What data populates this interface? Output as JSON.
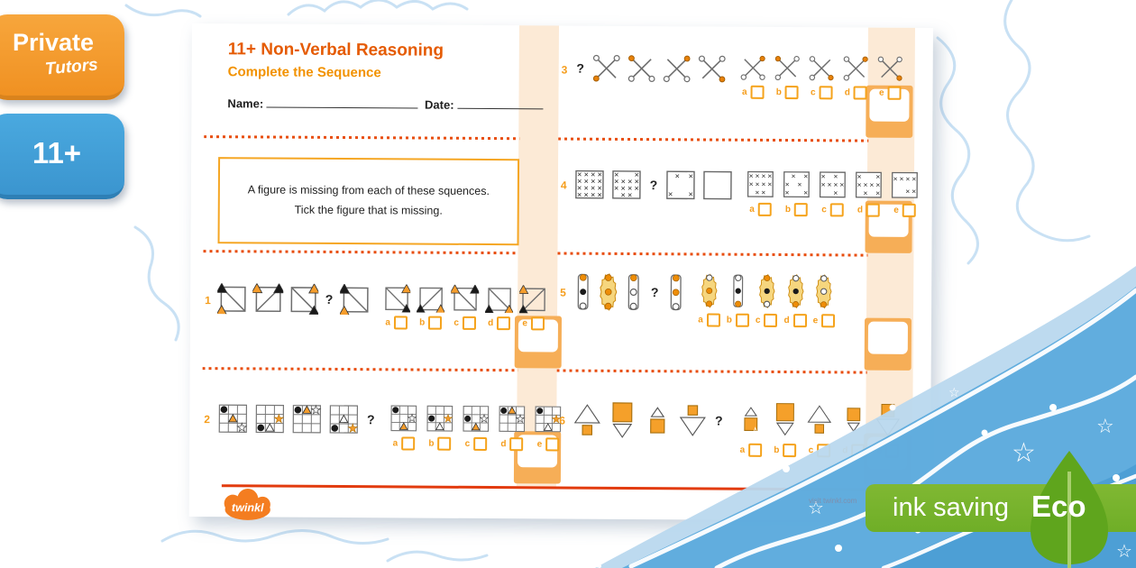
{
  "badges": {
    "tutors": {
      "line1": "Private",
      "line2": "Tutors"
    },
    "level": "11+"
  },
  "worksheet": {
    "title": "11+ Non-Verbal Reasoning",
    "subtitle": "Complete the Sequence",
    "name_label": "Name:",
    "date_label": "Date:",
    "instruction_line1": "A figure is missing from each of these squences.",
    "instruction_line2": "Tick the figure that is missing.",
    "logo_text": "twinkl",
    "footer_link": "visit twinkl.com"
  },
  "eco_badge": {
    "label": "ink saving",
    "eco": "Eco"
  },
  "question_mark": "?",
  "option_labels": [
    "a",
    "b",
    "c",
    "d",
    "e"
  ],
  "colors": {
    "accent_orange": "#f59d2c",
    "heading": "#e55b04",
    "subheading": "#f29200",
    "dotted_line": "#e84e0f",
    "red_line": "#e23b0e",
    "band_peach": "#fcead6",
    "score_block": "#f6ae57",
    "badge_blue": "#3b95cf",
    "eco_green": "#79b42e",
    "leaf_green": "#5fa51d",
    "wave_blue": "#57a7db"
  },
  "questions": [
    {
      "number": "1",
      "sequence": [
        {
          "t": "sq",
          "d": "tlbr",
          "tris": [
            [
              "tl",
              "b"
            ],
            [
              "bl",
              "o"
            ]
          ]
        },
        {
          "t": "sq",
          "d": "bltr",
          "tris": [
            [
              "tl",
              "o"
            ],
            [
              "tr",
              "b"
            ]
          ]
        },
        {
          "t": "sq",
          "d": "tlbr",
          "tris": [
            [
              "tr",
              "o"
            ],
            [
              "br",
              "b"
            ]
          ]
        },
        {
          "t": "q"
        },
        {
          "t": "sq",
          "d": "tlbr",
          "tris": [
            [
              "tl",
              "b"
            ],
            [
              "bl",
              "o"
            ]
          ]
        }
      ],
      "options": [
        {
          "t": "sq",
          "d": "tlbr",
          "tris": [
            [
              "tr",
              "o"
            ],
            [
              "br",
              "b"
            ]
          ]
        },
        {
          "t": "sq",
          "d": "bltr",
          "tris": [
            [
              "bl",
              "b"
            ],
            [
              "br",
              "o"
            ]
          ]
        },
        {
          "t": "sq",
          "d": "tlbr",
          "tris": [
            [
              "tl",
              "o"
            ],
            [
              "tr",
              "b"
            ]
          ]
        },
        {
          "t": "sq",
          "d": "tlbr",
          "tris": [
            [
              "bl",
              "b"
            ],
            [
              "br",
              "o"
            ]
          ]
        },
        {
          "t": "sq",
          "d": "bltr",
          "tris": [
            [
              "tl",
              "o"
            ],
            [
              "bl",
              "b"
            ]
          ]
        }
      ]
    },
    {
      "number": "2",
      "sequence": [
        {
          "t": "g3",
          "items": [
            [
              0,
              0,
              "cb"
            ],
            [
              1,
              1,
              "to"
            ],
            [
              2,
              2,
              "sw"
            ]
          ]
        },
        {
          "t": "g3",
          "items": [
            [
              2,
              0,
              "cb"
            ],
            [
              2,
              1,
              "tw"
            ],
            [
              1,
              2,
              "so"
            ]
          ]
        },
        {
          "t": "g3",
          "items": [
            [
              0,
              0,
              "cb"
            ],
            [
              0,
              1,
              "to"
            ],
            [
              0,
              2,
              "sw"
            ]
          ]
        },
        {
          "t": "g3",
          "items": [
            [
              2,
              0,
              "cb"
            ],
            [
              1,
              1,
              "tw"
            ],
            [
              2,
              2,
              "so"
            ]
          ]
        },
        {
          "t": "q"
        }
      ],
      "options": [
        {
          "t": "g3",
          "items": [
            [
              0,
              0,
              "cb"
            ],
            [
              2,
              1,
              "to"
            ],
            [
              1,
              2,
              "sw"
            ]
          ]
        },
        {
          "t": "g3",
          "items": [
            [
              1,
              0,
              "cb"
            ],
            [
              2,
              1,
              "tw"
            ],
            [
              1,
              2,
              "so"
            ]
          ]
        },
        {
          "t": "g3",
          "items": [
            [
              1,
              0,
              "cb"
            ],
            [
              2,
              1,
              "to"
            ],
            [
              1,
              2,
              "sw"
            ]
          ]
        },
        {
          "t": "g3",
          "items": [
            [
              0,
              0,
              "cb"
            ],
            [
              0,
              1,
              "to"
            ],
            [
              1,
              2,
              "sw"
            ]
          ]
        },
        {
          "t": "g3",
          "items": [
            [
              0,
              0,
              "cb"
            ],
            [
              2,
              1,
              "tw"
            ],
            [
              1,
              2,
              "so"
            ]
          ]
        }
      ]
    },
    {
      "number": "3",
      "sequence": [
        {
          "t": "q"
        },
        {
          "t": "xe",
          "ends": [
            "o",
            "o",
            "f",
            "n"
          ]
        },
        {
          "t": "xe",
          "ends": [
            "f",
            "n",
            "o",
            "o"
          ]
        },
        {
          "t": "xe",
          "ends": [
            "n",
            "f",
            "o",
            "o"
          ]
        },
        {
          "t": "xe",
          "ends": [
            "o",
            "o",
            "n",
            "f"
          ]
        }
      ],
      "options": [
        {
          "t": "xe",
          "ends": [
            "n",
            "f",
            "o",
            "o"
          ]
        },
        {
          "t": "xe",
          "ends": [
            "f",
            "o",
            "o",
            "n"
          ]
        },
        {
          "t": "xe",
          "ends": [
            "o",
            "n",
            "o",
            "f"
          ]
        },
        {
          "t": "xe",
          "ends": [
            "o",
            "f",
            "o",
            "n"
          ]
        },
        {
          "t": "xe",
          "ends": [
            "o",
            "o",
            "n",
            "f"
          ]
        }
      ]
    },
    {
      "number": "4",
      "sequence": [
        {
          "t": "xg",
          "rows": [
            "xxxx",
            "xxxx",
            "xxxx",
            "xxxx"
          ]
        },
        {
          "t": "xg",
          "rows": [
            "x..x",
            "xxxx",
            "xxxx",
            ".xx."
          ]
        },
        {
          "t": "q"
        },
        {
          "t": "xg",
          "rows": [
            ".x.x",
            "....",
            "x..x"
          ]
        },
        {
          "t": "xg",
          "rows": []
        }
      ],
      "options": [
        {
          "t": "xg",
          "rows": [
            "xxxx",
            "xxxx",
            ".xx."
          ]
        },
        {
          "t": "xg",
          "rows": [
            ".x.x",
            "x.x.",
            "x..x"
          ]
        },
        {
          "t": "xg",
          "rows": [
            "x.x.",
            "xxxx",
            "..x."
          ]
        },
        {
          "t": "xg",
          "rows": [
            "x..x",
            "xxxx",
            ".x.x"
          ]
        },
        {
          "t": "xg",
          "rows": [
            "xxxx",
            "..xx"
          ]
        }
      ]
    },
    {
      "number": "5",
      "sequence": [
        {
          "t": "pill",
          "body": "rect",
          "dots": [
            "o",
            "b",
            "w"
          ]
        },
        {
          "t": "pill",
          "body": "blob",
          "dots": [
            "o",
            "o",
            "o"
          ]
        },
        {
          "t": "pill",
          "body": "rect",
          "dots": [
            "o",
            "w",
            "w"
          ]
        },
        {
          "t": "q"
        },
        {
          "t": "pill",
          "body": "rect",
          "dots": [
            "o",
            "o",
            "w"
          ]
        }
      ],
      "options": [
        {
          "t": "pill",
          "body": "blob",
          "dots": [
            "w",
            "o",
            "o"
          ]
        },
        {
          "t": "pill",
          "body": "rect",
          "dots": [
            "w",
            "b",
            "o"
          ]
        },
        {
          "t": "pill",
          "body": "blob",
          "dots": [
            "o",
            "b",
            "w"
          ]
        },
        {
          "t": "pill",
          "body": "blob",
          "dots": [
            "w",
            "b",
            "o"
          ]
        },
        {
          "t": "pill",
          "body": "blob",
          "dots": [
            "w",
            "w",
            "o"
          ]
        }
      ]
    },
    {
      "number": "6",
      "sequence": [
        {
          "t": "st",
          "top": [
            "tu",
            "l",
            "w"
          ],
          "bot": [
            "sq",
            "s",
            "o"
          ]
        },
        {
          "t": "st",
          "top": [
            "sq",
            "l",
            "o"
          ],
          "bot": [
            "td",
            "m",
            "w"
          ]
        },
        {
          "t": "st",
          "top": [
            "tu",
            "s",
            "w"
          ],
          "bot": [
            "sq",
            "m",
            "o"
          ]
        },
        {
          "t": "st",
          "top": [
            "sq",
            "s",
            "o"
          ],
          "bot": [
            "td",
            "l",
            "w"
          ]
        },
        {
          "t": "q"
        }
      ],
      "options": [
        {
          "t": "st",
          "top": [
            "tu",
            "s",
            "w"
          ],
          "bot": [
            "sq",
            "m",
            "o"
          ]
        },
        {
          "t": "st",
          "top": [
            "sq",
            "l",
            "o"
          ],
          "bot": [
            "td",
            "m",
            "w"
          ]
        },
        {
          "t": "st",
          "top": [
            "tu",
            "l",
            "w"
          ],
          "bot": [
            "sq",
            "s",
            "o"
          ]
        },
        {
          "t": "st",
          "top": [
            "sq",
            "m",
            "o"
          ],
          "bot": [
            "td",
            "s",
            "w"
          ]
        },
        {
          "t": "st",
          "top": [
            "sq",
            "m",
            "o"
          ],
          "bot": [
            "td",
            "l",
            "w"
          ]
        }
      ]
    }
  ]
}
